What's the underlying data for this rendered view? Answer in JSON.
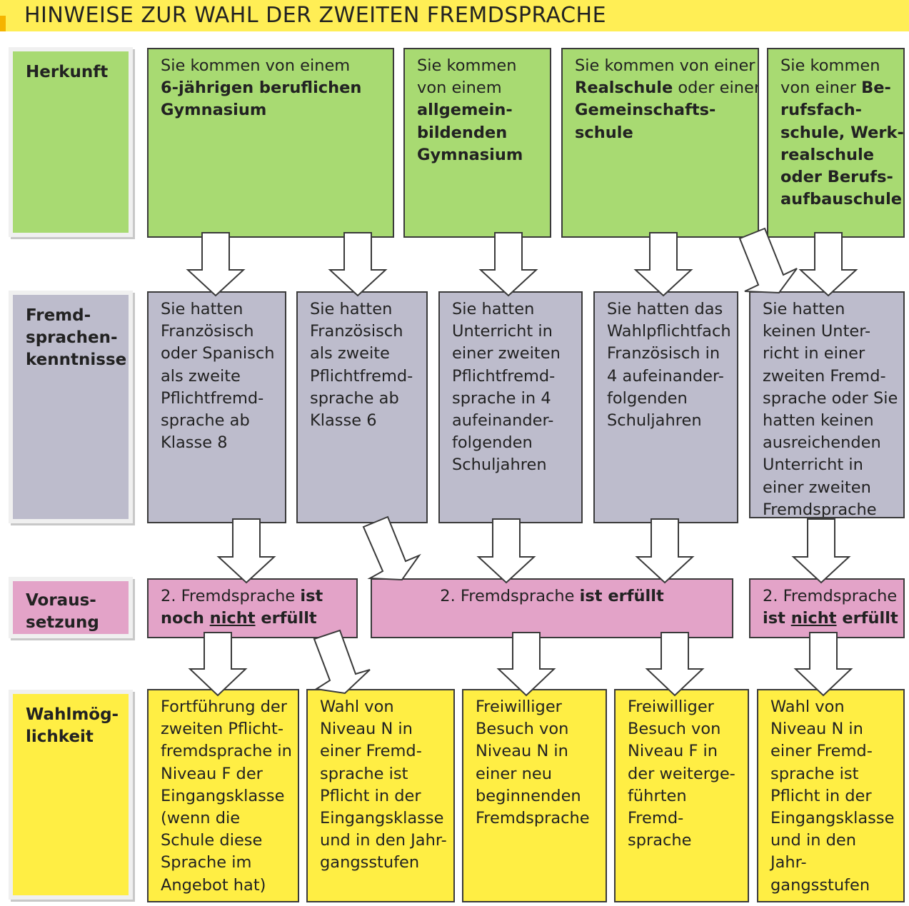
{
  "title": "HINWEISE ZUR WAHL DER ZWEITEN FREMDSPRACHE",
  "row_labels": {
    "herkunft": [
      "Herkunft"
    ],
    "kenntnisse": [
      "Fremd-",
      "sprachen-",
      "kenntnisse"
    ],
    "voraussetzung": [
      "Voraus-",
      "setzung"
    ],
    "wahl": [
      "Wahlmög-",
      "lichkeit"
    ]
  },
  "herkunft": {
    "h1": [
      "Sie kommen von einem",
      "6-jährigen beruflichen",
      "Gymnasium"
    ],
    "h2": [
      "Sie kommen",
      "von einem",
      "allgemein-",
      "bildenden",
      "Gymnasium"
    ],
    "h3": [
      "Sie kommen von einer",
      "Realschule",
      "oder einer",
      "Gemeinschafts-",
      "schule"
    ],
    "h4": [
      "Sie kommen",
      "von einer",
      "Be-",
      "rufsfach-",
      "schule, Werk-",
      "realschule",
      "oder Berufs-",
      "aufbauschule"
    ]
  },
  "kenntnisse": {
    "k1": [
      "Sie hatten",
      "Französisch",
      "oder Spanisch",
      "als zweite",
      "Pflichtfremd-",
      "sprache ab",
      "Klasse 8"
    ],
    "k2": [
      "Sie hatten",
      "Französisch",
      "als zweite",
      "Pflichtfremd-",
      "sprache ab",
      "Klasse 6"
    ],
    "k3": [
      "Sie hatten",
      "Unterricht in",
      "einer zweiten",
      "Pflichtfremd-",
      "sprache in 4",
      "aufeinander-",
      "folgenden",
      "Schuljahren"
    ],
    "k4": [
      "Sie hatten das",
      "Wahlpflichtfach",
      "Französisch in",
      "4 aufeinander-",
      "folgenden",
      "Schuljahren"
    ],
    "k5": [
      "Sie hatten",
      "keinen Unter-",
      "richt in einer",
      "zweiten Fremd-",
      "sprache oder Sie",
      "hatten keinen",
      "ausreichenden",
      "Unterricht in",
      "einer zweiten",
      "Fremdsprache"
    ]
  },
  "voraussetzung": {
    "v1": {
      "prefix": "2. Fremdsprache ",
      "b1": "ist",
      "b2": "noch ",
      "u": "nicht",
      "b3": " erfüllt"
    },
    "v2": {
      "prefix": "2. Fremdsprache ",
      "b1": "ist erfüllt"
    },
    "v3": {
      "prefix": "2. Fremdsprache",
      "b1": "ist ",
      "u": "nicht",
      "b3": " erfüllt"
    }
  },
  "wahl": {
    "w1": [
      "Fortführung der",
      "zweiten Pflicht-",
      "fremdsprache in",
      "Niveau F der",
      "Eingangsklasse",
      "(wenn die",
      "Schule diese",
      "Sprache im",
      "Angebot hat)"
    ],
    "w2": [
      "Wahl von",
      "Niveau N in",
      "einer Fremd-",
      "sprache ist",
      "Pflicht in der",
      "Eingangsklasse",
      "und in den Jahr-",
      "gangsstufen"
    ],
    "w3": [
      "Freiwilliger",
      "Besuch von",
      "Niveau N in",
      "einer neu",
      "beginnenden",
      "Fremdsprache"
    ],
    "w4": [
      "Freiwilliger",
      "Besuch von",
      "Niveau F in",
      "der weiterge-",
      "führten",
      "Fremd-",
      "sprache"
    ],
    "w5": [
      "Wahl von",
      "Niveau N in",
      "einer Fremd-",
      "sprache ist",
      "Pflicht in der",
      "Eingangsklasse",
      "und in den",
      "Jahr-",
      "gangsstufen"
    ]
  },
  "colors": {
    "header": "#ffee55",
    "herkunft": "#a8da72",
    "kenntnisse": "#bdbccc",
    "voraussetzung": "#e3a3c8",
    "wahl": "#ffee44"
  }
}
